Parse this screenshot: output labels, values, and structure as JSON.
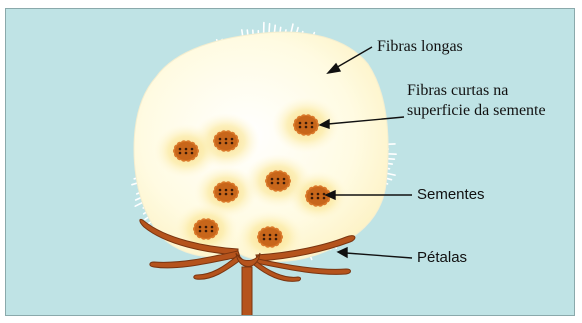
{
  "diagram": {
    "colors": {
      "background": "#bfe3e5",
      "fiber_ball": "#fffde6",
      "fiber_glow": "#fcefa8",
      "seed": "#c8661a",
      "stem": "#b5531c",
      "arrow": "#111111"
    },
    "labels": {
      "fibras_longas": "Fibras longas",
      "fibras_curtas_line1": "Fibras curtas na",
      "fibras_curtas_line2": "superficie da semente",
      "sementes": "Sementes",
      "petalas": "Pétalas"
    }
  }
}
